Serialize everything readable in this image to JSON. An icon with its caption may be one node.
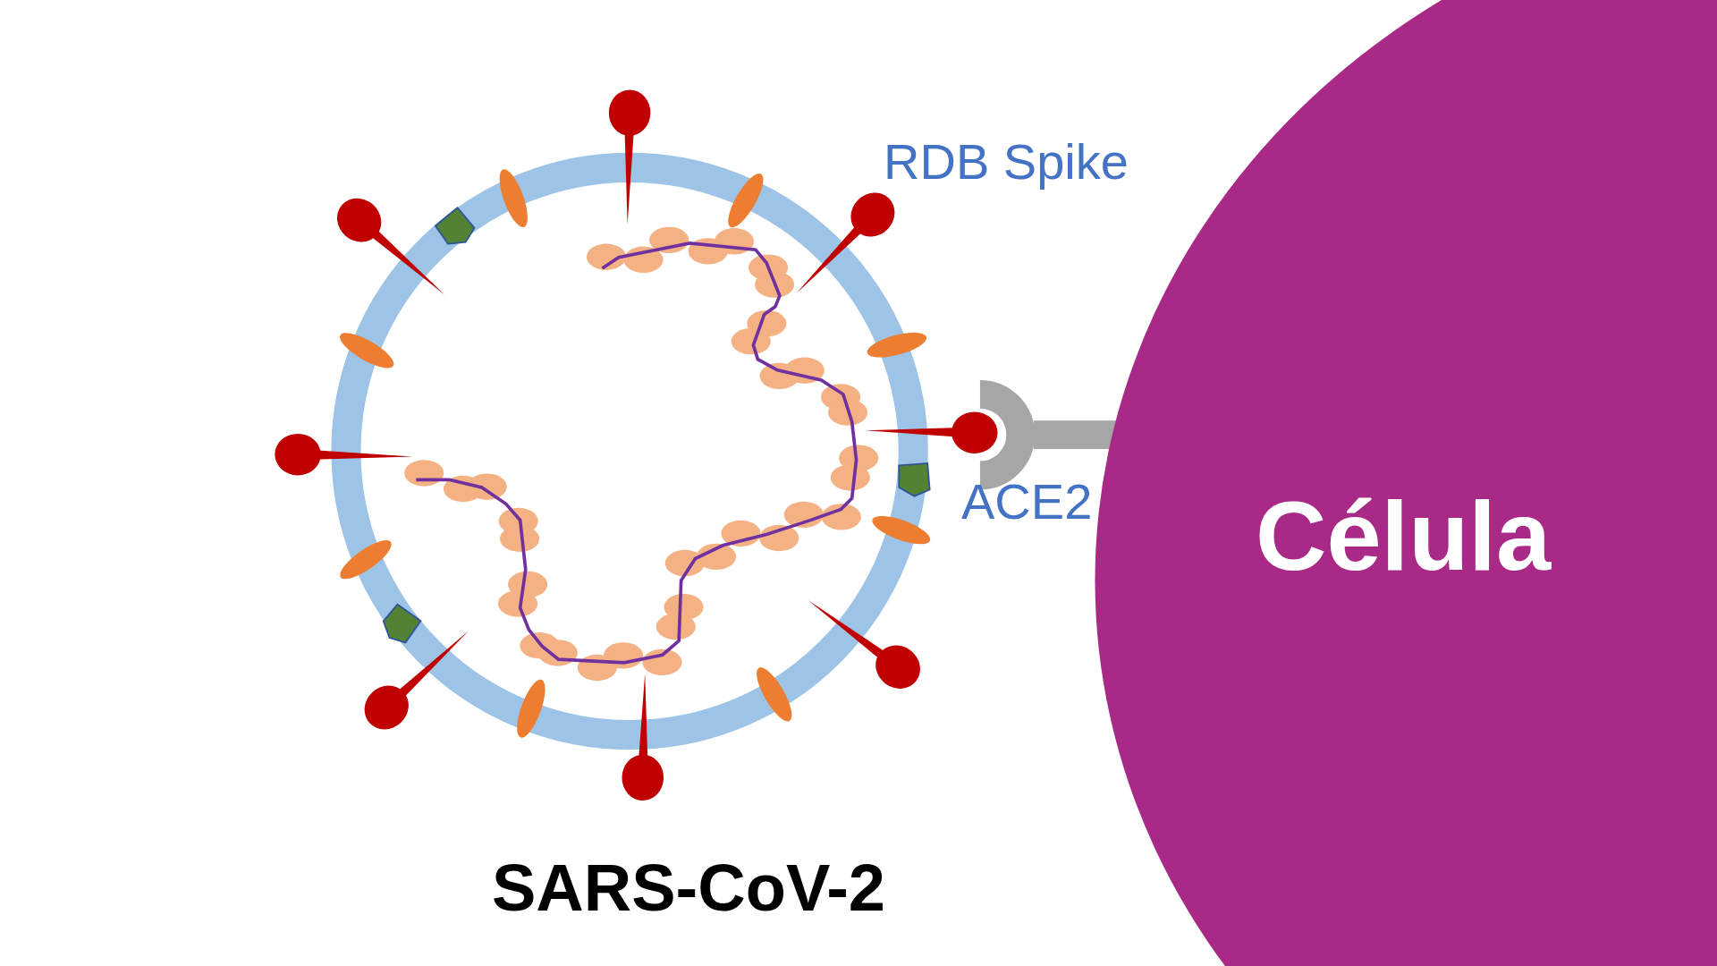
{
  "diagram": {
    "nodes": [
      {
        "text": [
          "SARS-CoV-2"
        ]
      },
      {
        "text": [
          "Célula"
        ]
      }
    ],
    "labels": [
      "RDB Spike",
      "ACE2"
    ]
  }
}
